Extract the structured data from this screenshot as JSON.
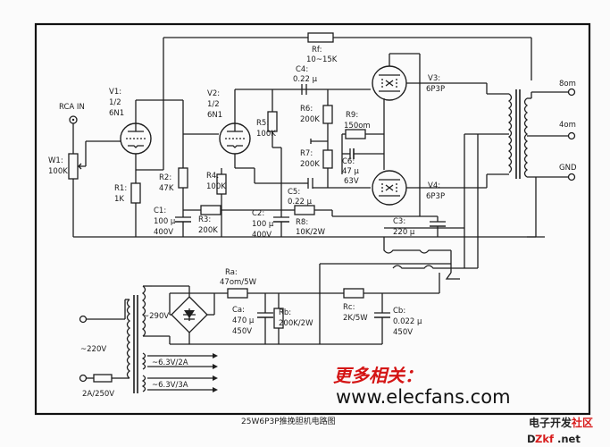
{
  "labels": {
    "rca_in": "RCA IN",
    "w1_name": "W1:",
    "w1_val": "100K",
    "r1_name": "R1:",
    "r1_val": "1K",
    "v1_name": "V1:",
    "v1_frac": "1/2",
    "v1_type": "6N1",
    "r2_name": "R2:",
    "r2_val": "47K",
    "c1_name": "C1:",
    "c1_v1": "100 μ",
    "c1_v2": "400V",
    "r3_name": "R3:",
    "r3_val": "200K",
    "v2_name": "V2:",
    "v2_frac": "1/2",
    "v2_type": "6N1",
    "r4_name": "R4:",
    "r4_val": "100K",
    "r5_name": "R5:",
    "r5_val": "100K",
    "c2_name": "C2:",
    "c2_v1": "100 μ",
    "c2_v2": "400V",
    "rf_name": "Rf:",
    "rf_val": "10~15K",
    "c4_name": "C4:",
    "c4_val": "0.22 μ",
    "r6_name": "R6:",
    "r6_val": "200K",
    "r7_name": "R7:",
    "r7_val": "200K",
    "r9_name": "R9:",
    "r9_val": "150om",
    "c6_name": "C6:",
    "c6_v1": "47 μ",
    "c6_v2": "63V",
    "c5_name": "C5:",
    "c5_val": "0.22 μ",
    "r8_name": "R8:",
    "r8_val": "10K/2W",
    "v3_name": "V3:",
    "v3_type": "6P3P",
    "v4_name": "V4:",
    "v4_type": "6P3P",
    "c3_name": "C3:",
    "c3_val": "220 μ",
    "out_8": "8om",
    "out_4": "4om",
    "out_gnd": "GND",
    "ra_name": "Ra:",
    "ra_val": "47om/5W",
    "ca_name": "Ca:",
    "ca_v1": "470 μ",
    "ca_v2": "450V",
    "rb_name": "Rb:",
    "rb_val": "200K/2W",
    "rc_name": "Rc:",
    "rc_val": "2K/5W",
    "cb_name": "Cb:",
    "cb_v1": "0.022 μ",
    "cb_v2": "450V",
    "t_290": "~290V",
    "t_220": "~220V",
    "t_fuse": "2A/250V",
    "t_h1": "~6.3V/2A",
    "t_h2": "~6.3V/3A"
  },
  "footer": {
    "chinese_caption": "更多相关：",
    "url": "www.elecfans.com",
    "figure_title": "25W6P3P推挽胆机电路图",
    "logo_black": "电子开发",
    "logo_red": "社区",
    "site_black": "D",
    "site_red": "Zkf",
    "site_tail": ".net"
  }
}
